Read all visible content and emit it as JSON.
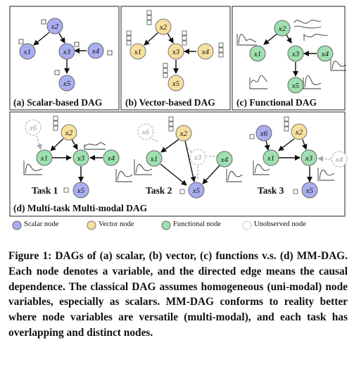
{
  "panels": {
    "a_caption": "(a) Scalar-based DAG",
    "b_caption": "(b) Vector-based DAG",
    "c_caption": "(c) Functional DAG",
    "d_caption": "(d) Multi-task Multi-modal DAG",
    "task1": "Task 1",
    "task2": "Task 2",
    "task3": "Task 3"
  },
  "nodes": {
    "x1": "x1",
    "x2": "x2",
    "x3": "x3",
    "x4": "x4",
    "x5": "x5",
    "x6": "x6"
  },
  "legend": {
    "scalar": "Scalar node",
    "vector": "Vector node",
    "functional": "Functional node",
    "unobserved": "Unobserved node"
  },
  "colors": {
    "scalar": "#a9aef0",
    "vector": "#f7df9e",
    "functional": "#9fe0b0",
    "unobserved": "#ffffff"
  },
  "caption": "Figure 1: DAGs of (a) scalar, (b) vector, (c) functions v.s. (d) MM-DAG. Each node denotes a variable, and the directed edge means the causal dependence. The classical DAG assumes homogeneous (uni-modal) node variables, especially as scalars. MM-DAG conforms to reality better where node variables are versatile (multi-modal), and each task has overlapping and distinct nodes."
}
